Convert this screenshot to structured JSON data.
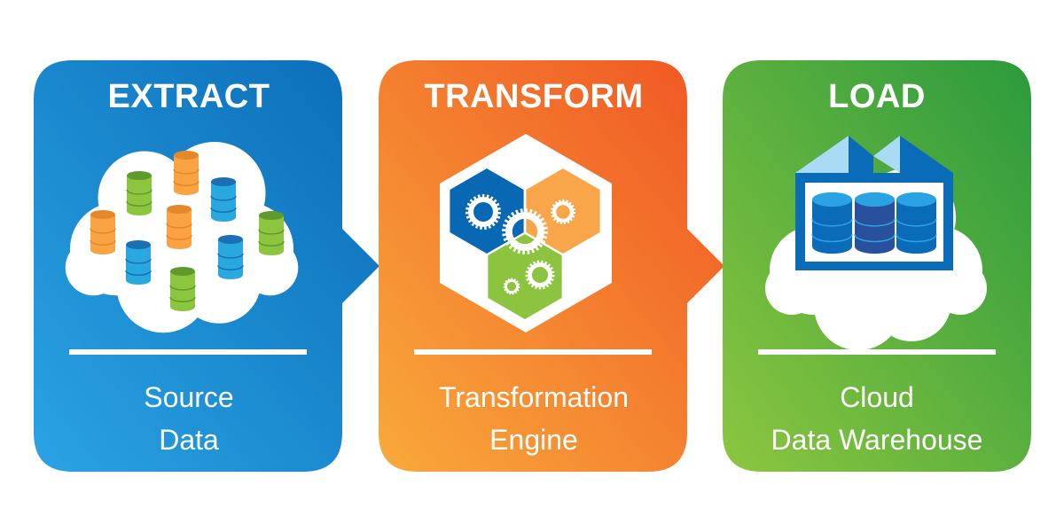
{
  "stages": [
    {
      "title": "EXTRACT",
      "subtitle_lines": [
        "Source",
        "Data"
      ],
      "icon": "source-databases-cloud-icon",
      "colors": [
        "#2aa3e3",
        "#0a6cb8"
      ]
    },
    {
      "title": "TRANSFORM",
      "subtitle_lines": [
        "Transformation",
        "Engine"
      ],
      "icon": "gears-hexagon-icon",
      "colors": [
        "#f9a93b",
        "#ef5523"
      ]
    },
    {
      "title": "LOAD",
      "subtitle_lines": [
        "Cloud",
        "Data Warehouse"
      ],
      "icon": "cloud-data-warehouse-icon",
      "colors": [
        "#8cc63f",
        "#2b9a3d"
      ]
    }
  ],
  "palette": {
    "db_orange": "#f9a343",
    "db_green": "#8cc63f",
    "db_blue": "#29a8e0",
    "hex_blue": "#0868b4",
    "hex_orange": "#f9a64b",
    "hex_green": "#8cc43f",
    "warehouse_blue": "#0a6cb8",
    "warehouse_roof_light": "#a9dcf4",
    "cylinder_dark": "#29509c"
  }
}
